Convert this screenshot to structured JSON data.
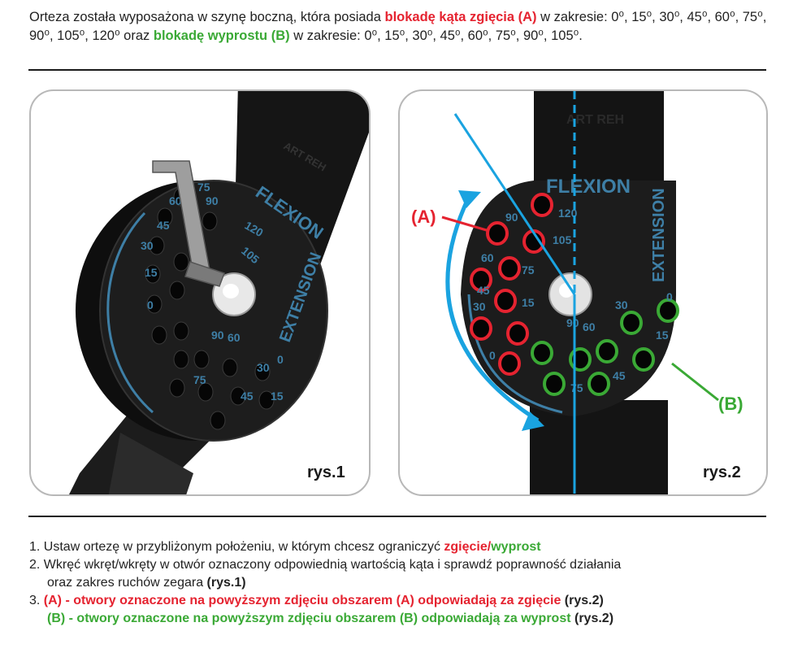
{
  "intro": {
    "part1": "Orteza została wyposażona w szynę boczną, która posiada ",
    "flexion_lock": "blokadę kąta zgięcia (A)",
    "part2": " w zakresie: 0⁰, 15⁰, 30⁰, 45⁰, 60⁰, 75⁰, 90⁰, 105⁰, 120⁰  oraz ",
    "extension_lock": "blokadę wyprostu (B)",
    "part3": " w zakresie: 0⁰, 15⁰, 30⁰, 45⁰, 60⁰, 75⁰, 90⁰, 105⁰."
  },
  "figure1": {
    "caption": "rys.1",
    "dial_labels": [
      "FLEXION",
      "EXTENSION",
      "120",
      "105",
      "90",
      "75",
      "60",
      "45",
      "30",
      "15",
      "0",
      "90",
      "60",
      "45",
      "30",
      "15",
      "0",
      "75"
    ],
    "brand": "ART REH"
  },
  "figure2": {
    "caption": "rys.2",
    "label_a": "(A)",
    "label_b": "(B)",
    "dial_labels": [
      "FLEXION",
      "EXTENSION",
      "120",
      "105",
      "90",
      "75",
      "60",
      "45",
      "30",
      "15",
      "0",
      "90",
      "60",
      "45",
      "30",
      "15",
      "0",
      "75"
    ],
    "brand": "ART REH"
  },
  "steps": {
    "s1_text": "1. Ustaw ortezę w przybliżonym położeniu, w którym chcesz ograniczyć ",
    "s1_flex": "zgięcie",
    "s1_sep": "/",
    "s1_ext": "wyprost",
    "s2_line1": "2. Wkręć wkręt/wkręty w otwór oznaczony odpowiednią wartością kąta i sprawdź poprawność działania",
    "s2_line2": "oraz zakres ruchów zegara ",
    "s2_ref": "(rys.1)",
    "s3_num": "3. ",
    "s3_a": "(A) - otwory oznaczone na powyższym zdjęciu obszarem (A) odpowiadają za zgięcie",
    "s3_a_ref": " (rys.2)",
    "s3_b": "(B) - otwory oznaczone na powyższym zdjęciu obszarem (B) odpowiadają za wyprost",
    "s3_b_ref": " (rys.2)"
  },
  "colors": {
    "red": "#e52330",
    "green": "#3aa935",
    "blue": "#1aa3e0",
    "dial_text": "#3e7fa6"
  }
}
